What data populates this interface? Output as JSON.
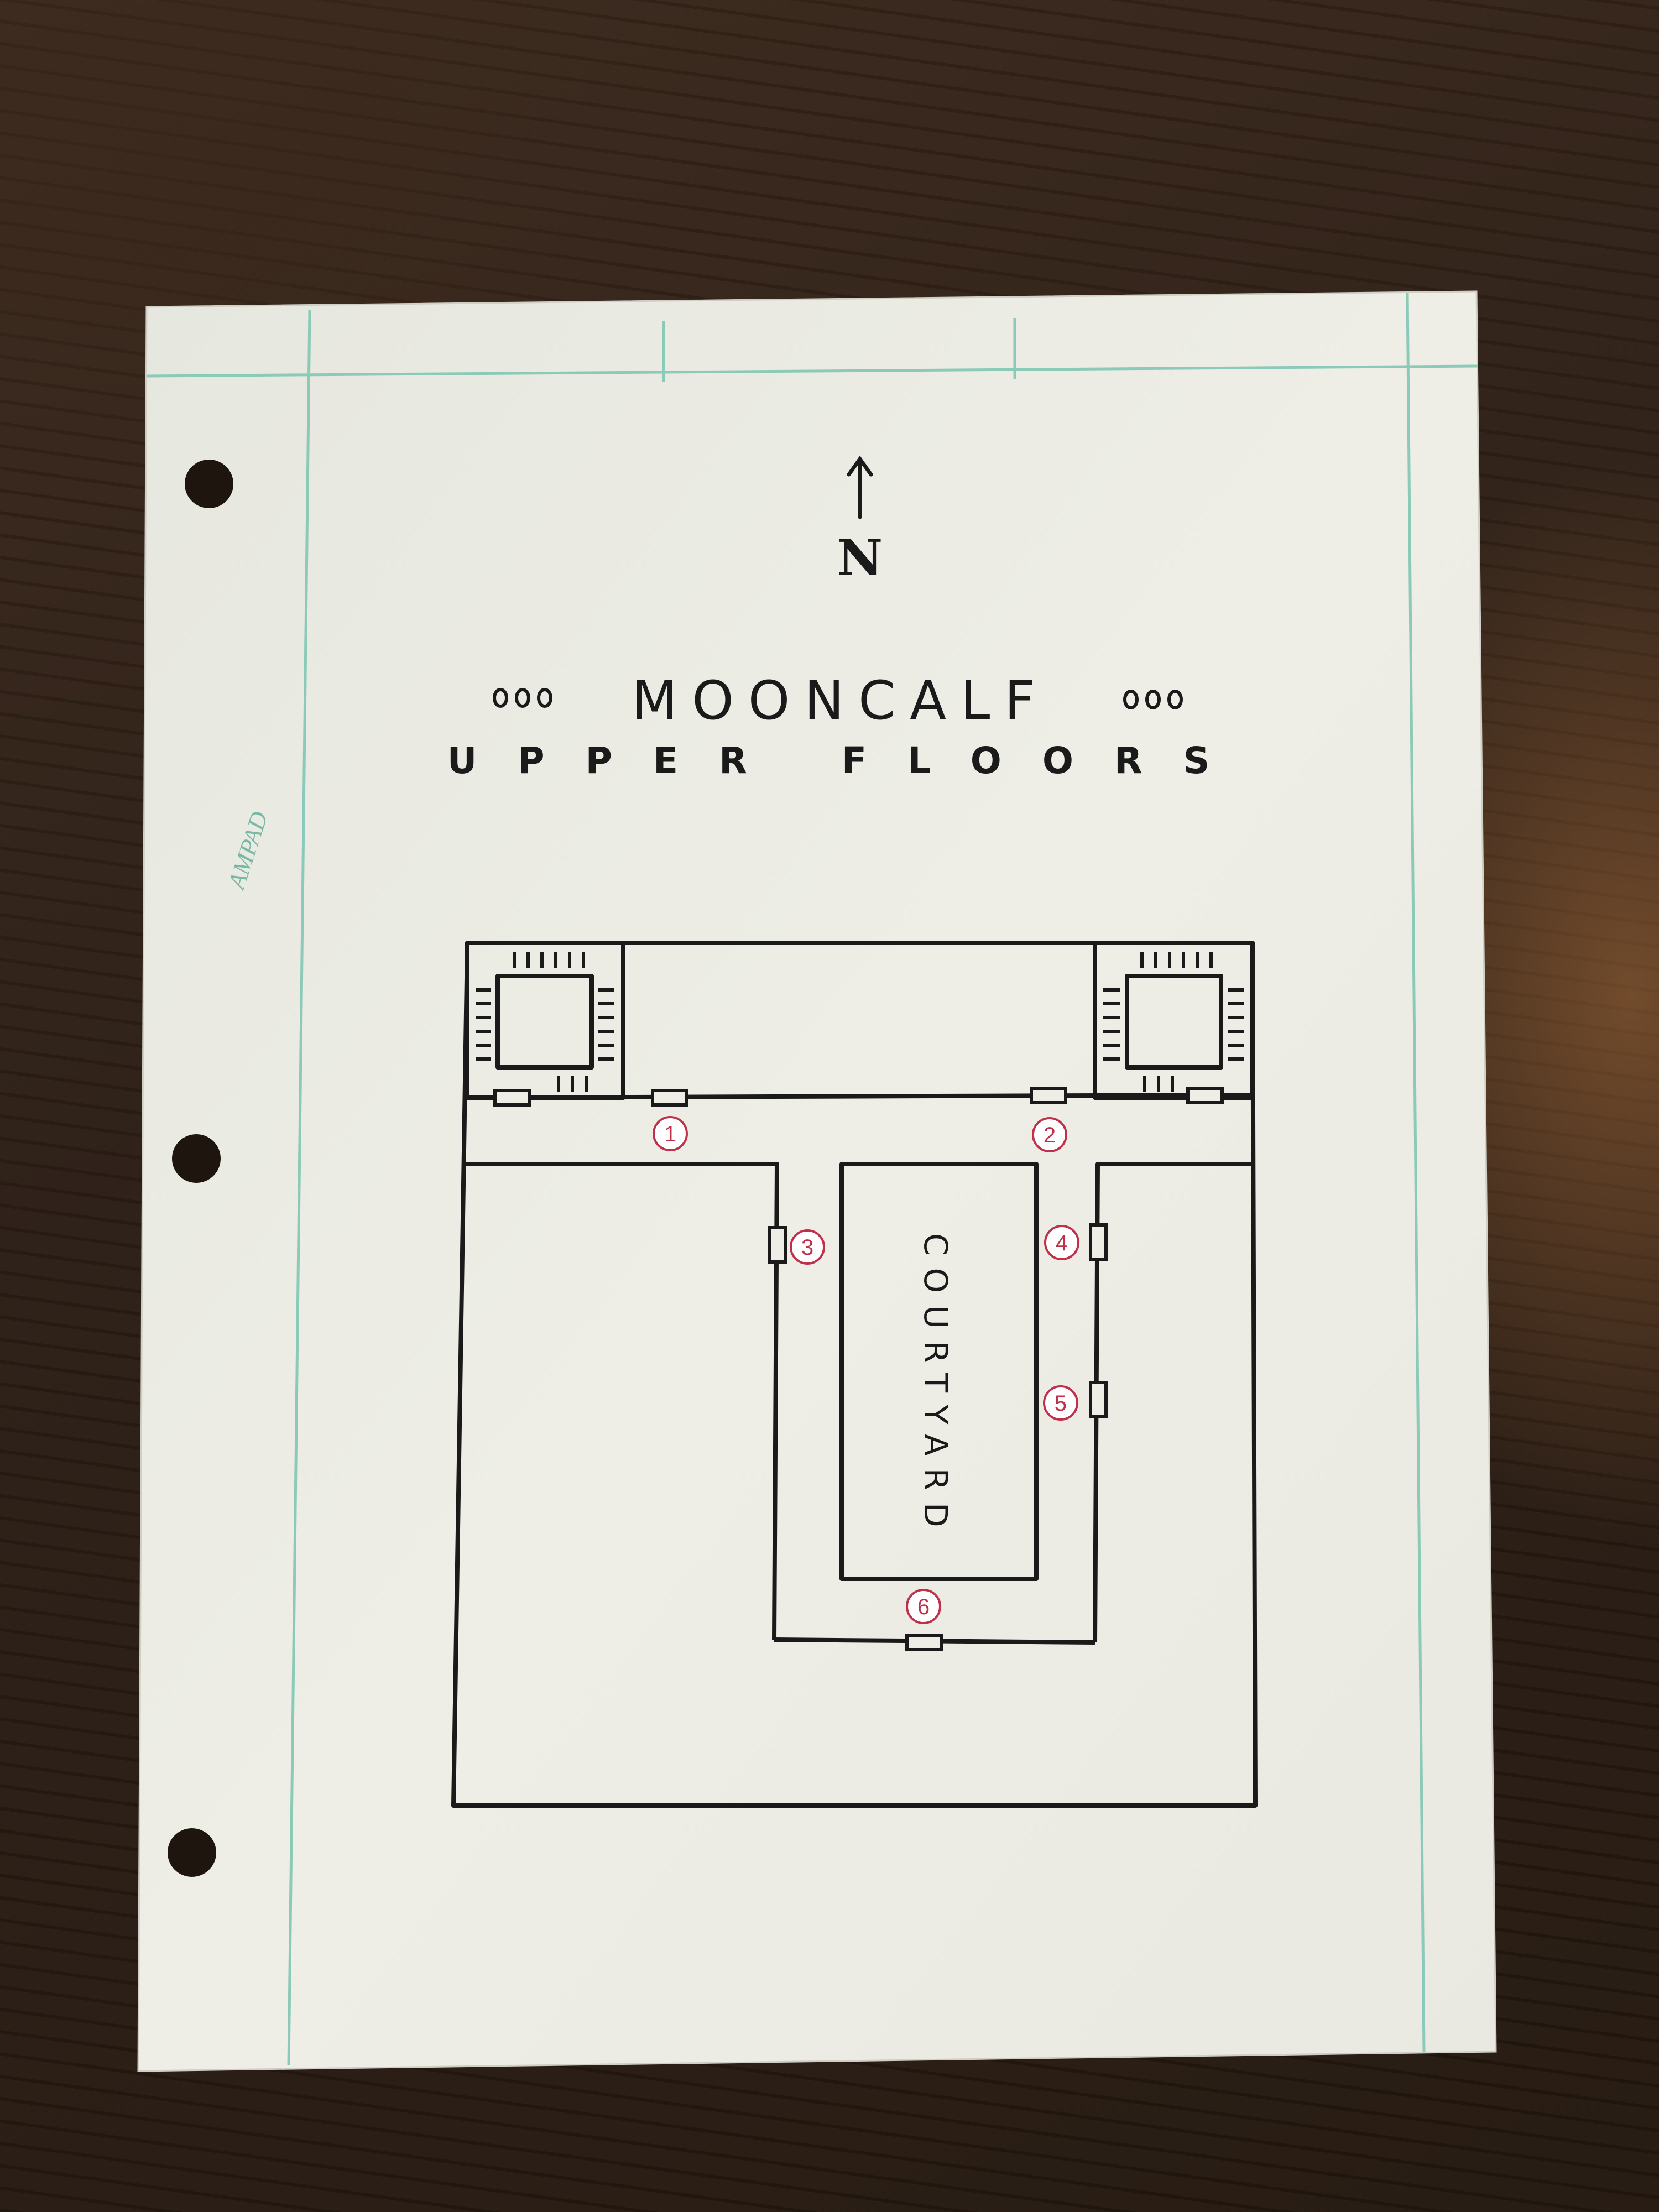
{
  "title": "MOONCALF",
  "subtitle": "UPPER FLOORS",
  "north_label": "N",
  "courtyard_label": "COURTYARD",
  "paper_brand": "AMPAD",
  "room_markers": [
    "1",
    "2",
    "3",
    "4",
    "5",
    "6"
  ],
  "colors": {
    "ink": "#1a1a1a",
    "marker": "#c0304a",
    "ruled_line": "#8ccab8",
    "paper": "#ecece4",
    "table": "#2b1e15"
  }
}
